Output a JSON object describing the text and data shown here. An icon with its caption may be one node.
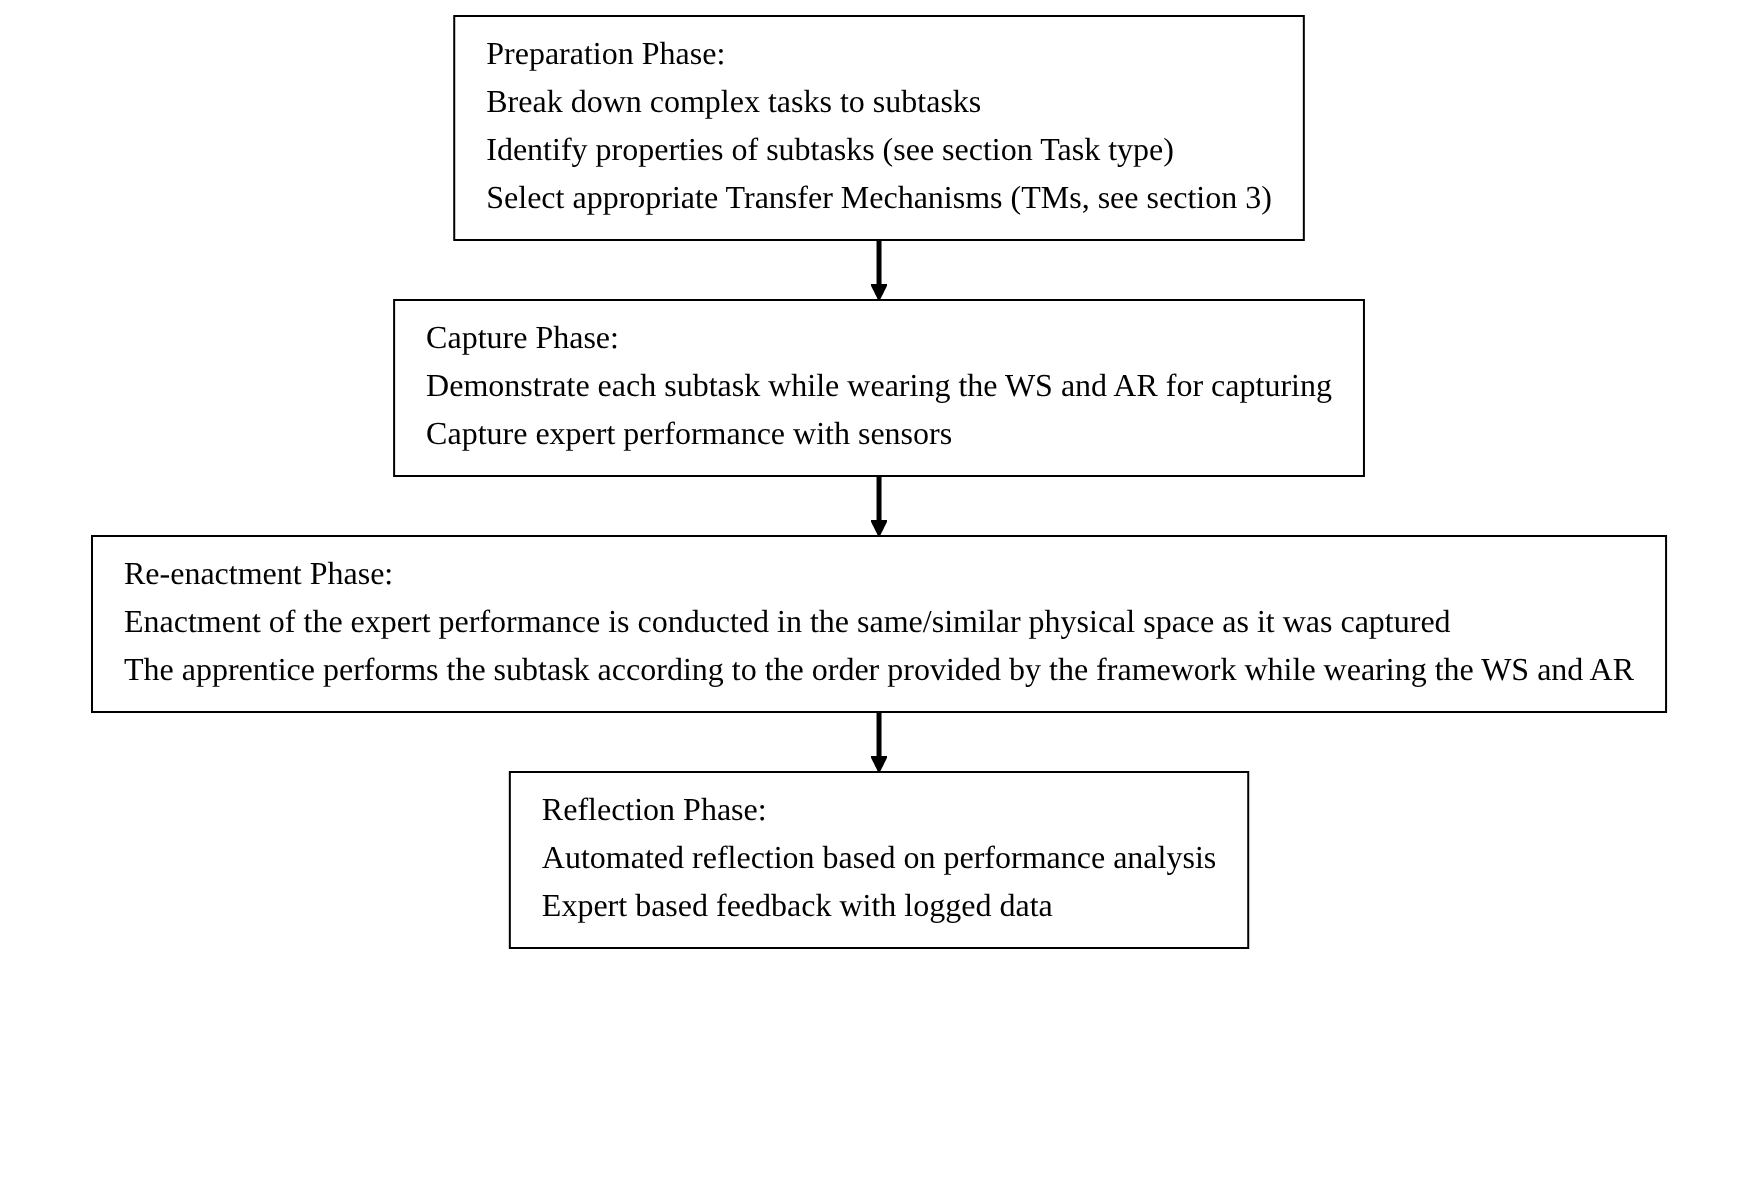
{
  "diagram": {
    "nodes": [
      {
        "text": [
          "Preparation Phase:",
          "Break down complex tasks to subtasks",
          "Identify properties of subtasks (see section Task type)",
          "Select appropriate Transfer Mechanisms (TMs, see section 3)"
        ]
      },
      {
        "text": [
          "Capture Phase:",
          "Demonstrate each subtask while wearing the WS and AR for capturing",
          "Capture expert performance with sensors"
        ]
      },
      {
        "text": [
          "Re-enactment Phase:",
          "Enactment of the expert performance is conducted in the same/similar physical space as it was captured",
          "The apprentice performs the subtask according to the order provided by the framework while wearing the WS and AR"
        ]
      },
      {
        "text": [
          "Reflection Phase:",
          "Automated reflection based on performance analysis",
          "Expert based feedback with logged data"
        ]
      }
    ],
    "edges": [
      {
        "from": 0,
        "to": 1,
        "arrow": "to"
      },
      {
        "from": 1,
        "to": 2,
        "arrow": "to"
      },
      {
        "from": 2,
        "to": 3,
        "arrow": "to"
      }
    ]
  }
}
